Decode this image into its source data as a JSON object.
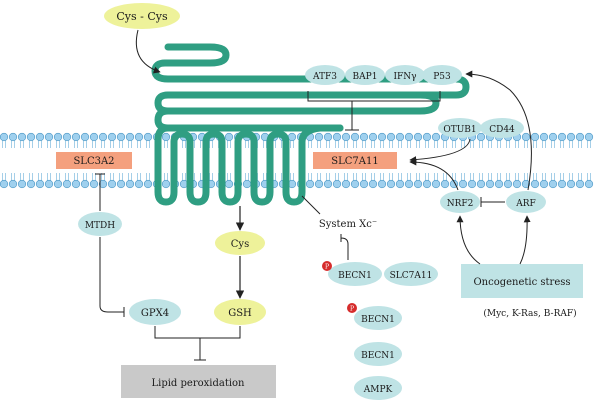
{
  "nodes": {
    "cys_cys": "Cys - Cys",
    "atf3": "ATF3",
    "bap1": "BAP1",
    "ifng": "IFNγ",
    "p53": "P53",
    "otub1": "OTUB1",
    "cd44": "CD44",
    "slc3a2": "SLC3A2",
    "slc7a11": "SLC7A11",
    "nrf2": "NRF2",
    "arf": "ARF",
    "mtdh": "MTDH",
    "cys": "Cys",
    "gsh": "GSH",
    "gpx4": "GPX4",
    "system_xc": "System Xc⁻",
    "becn1_complex_a": "BECN1",
    "becn1_complex_b": "SLC7A11",
    "becn1_p": "BECN1",
    "becn1": "BECN1",
    "ampk": "AMPK",
    "oncogenic_stress": "Oncogenetic stress",
    "oncogenes": "(Myc, K-Ras, B-RAF)",
    "lipid_peroxidation": "Lipid peroxidation",
    "phospho_mark": "P"
  },
  "colors": {
    "protein_fill": "#bfe3e5",
    "ligand_fill": "#eef29a",
    "channel_fill": "#f4a07e",
    "transporter_stroke": "#2f9e82",
    "membrane_head": "#9fd0ee",
    "membrane_head_stroke": "#4a96c4",
    "stress_box_fill": "#bfe3e5",
    "lipid_box_fill": "#c9c9c9",
    "phospho_fill": "#d62c2c",
    "arrow": "#222222"
  }
}
